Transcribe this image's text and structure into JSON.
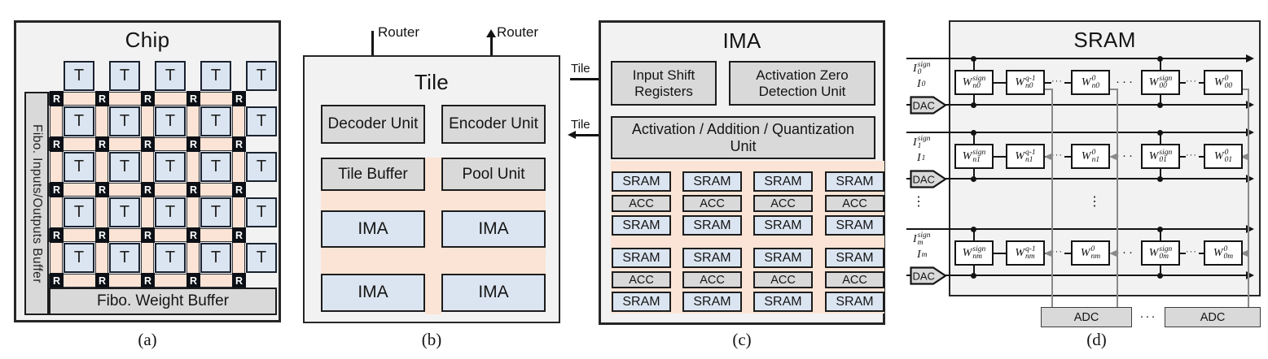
{
  "colors": {
    "blue": "#dbe5f1",
    "peach": "#fbe4d5",
    "gray": "#d9d9d9",
    "panel_bg": "#f2f2f2",
    "grayline": "#8a8a8a"
  },
  "panel_a": {
    "title": "Chip",
    "io_buffer_label": "Fibo. Inputs/Outputs Buffer",
    "weight_buffer_label": "Fibo. Weight Buffer",
    "tile_label": "T",
    "router_label": "R",
    "grid_rows": 5,
    "grid_cols": 5,
    "caption": "(a)"
  },
  "panel_b": {
    "title": "Tile",
    "router_in_label": "Router",
    "router_out_label": "Router",
    "decoder_label": "Decoder Unit",
    "encoder_label": "Encoder Unit",
    "tile_buffer_label": "Tile Buffer",
    "pool_label": "Pool Unit",
    "ima_label": "IMA",
    "ima_count": 4,
    "caption": "(b)"
  },
  "panel_c": {
    "title": "IMA",
    "tile_in_label": "Tile",
    "tile_out_label": "Tile",
    "isr_label": "Input Shift Registers",
    "azdu_label": "Activation Zero Detection Unit",
    "aaqu_label": "Activation / Addition / Quantization Unit",
    "stack": {
      "top": "SRAM",
      "mid": "ACC",
      "bottom": "SRAM"
    },
    "stack_rows": 2,
    "stack_cols": 4,
    "caption": "(c)"
  },
  "panel_d": {
    "title": "SRAM",
    "dac_label": "DAC",
    "adc_label": "ADC",
    "inline_dots": "···",
    "group_dots": "···",
    "adc_dots": "···",
    "vertical_dots": "⋮",
    "rows": [
      {
        "input_sign": {
          "base": "I",
          "sup": "sign",
          "sub": "0"
        },
        "input": {
          "base": "I",
          "sup": "",
          "sub": "0"
        },
        "cells": [
          {
            "base": "W",
            "sup": "sign",
            "sub": "n0"
          },
          {
            "base": "W",
            "sup": "q-1",
            "sub": "n0"
          },
          {
            "base": "W",
            "sup": "0",
            "sub": "n0"
          },
          {
            "base": "W",
            "sup": "sign",
            "sub": "00"
          },
          {
            "base": "W",
            "sup": "0",
            "sub": "00"
          }
        ]
      },
      {
        "input_sign": {
          "base": "I",
          "sup": "sign",
          "sub": "1"
        },
        "input": {
          "base": "I",
          "sup": "",
          "sub": "1"
        },
        "cells": [
          {
            "base": "W",
            "sup": "sign",
            "sub": "n1"
          },
          {
            "base": "W",
            "sup": "q-1",
            "sub": "n1"
          },
          {
            "base": "W",
            "sup": "0",
            "sub": "n1"
          },
          {
            "base": "W",
            "sup": "sign",
            "sub": "01"
          },
          {
            "base": "W",
            "sup": "0",
            "sub": "01"
          }
        ]
      },
      {
        "input_sign": {
          "base": "I",
          "sup": "sign",
          "sub": "m"
        },
        "input": {
          "base": "I",
          "sup": "",
          "sub": "m"
        },
        "cells": [
          {
            "base": "W",
            "sup": "sign",
            "sub": "nm"
          },
          {
            "base": "W",
            "sup": "q-1",
            "sub": "nm"
          },
          {
            "base": "W",
            "sup": "0",
            "sub": "nm"
          },
          {
            "base": "W",
            "sup": "sign",
            "sub": "0m"
          },
          {
            "base": "W",
            "sup": "0",
            "sub": "0m"
          }
        ]
      }
    ],
    "caption": "(d)"
  }
}
